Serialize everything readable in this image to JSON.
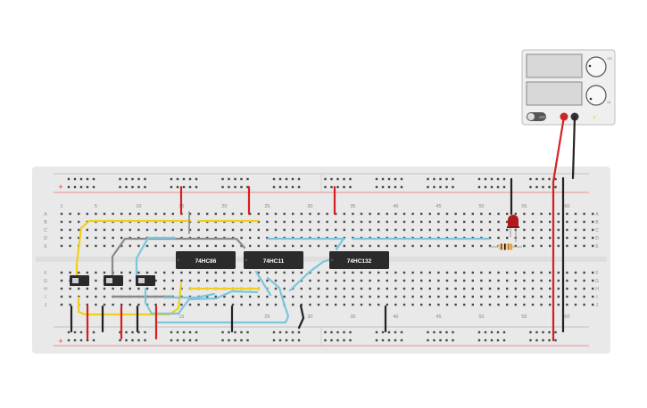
{
  "colors": {
    "board": "#e9e9e9",
    "hole": "#454545",
    "red_rail": "#e23a3a",
    "blue_rail": "#9a9a9a",
    "wire_yellow": "#f2cf1a",
    "wire_blue": "#7cc5dc",
    "wire_red": "#d62020",
    "wire_black": "#222222",
    "wire_gray": "#8a8a8a",
    "ic_body": "#2b2b2b",
    "led": "#b01a1a"
  },
  "breadboard": {
    "columns_top": [
      "1",
      "5",
      "10",
      "15",
      "20",
      "25",
      "30",
      "35",
      "40",
      "45",
      "50",
      "55",
      "60"
    ],
    "columns_bottom": [
      "15",
      "25",
      "30",
      "35",
      "40",
      "45",
      "50",
      "55",
      "60"
    ],
    "rows_top": [
      "A",
      "B",
      "C",
      "D",
      "E"
    ],
    "rows_bottom": [
      "F",
      "G",
      "H",
      "I",
      "J"
    ],
    "rail_plus": "+",
    "rail_minus": "-"
  },
  "chips": [
    {
      "label": "74HC86"
    },
    {
      "label": "74HC11"
    },
    {
      "label": "74HC132"
    }
  ],
  "power_supply": {
    "display_top": "",
    "display_bottom": "",
    "switch_label": "OFF",
    "knob_top_label": "12V",
    "knob_bottom_label": "1A"
  },
  "components": {
    "switches": [
      "switch-1",
      "switch-2",
      "switch-3"
    ],
    "led": "led-red",
    "resistor": "resistor"
  }
}
